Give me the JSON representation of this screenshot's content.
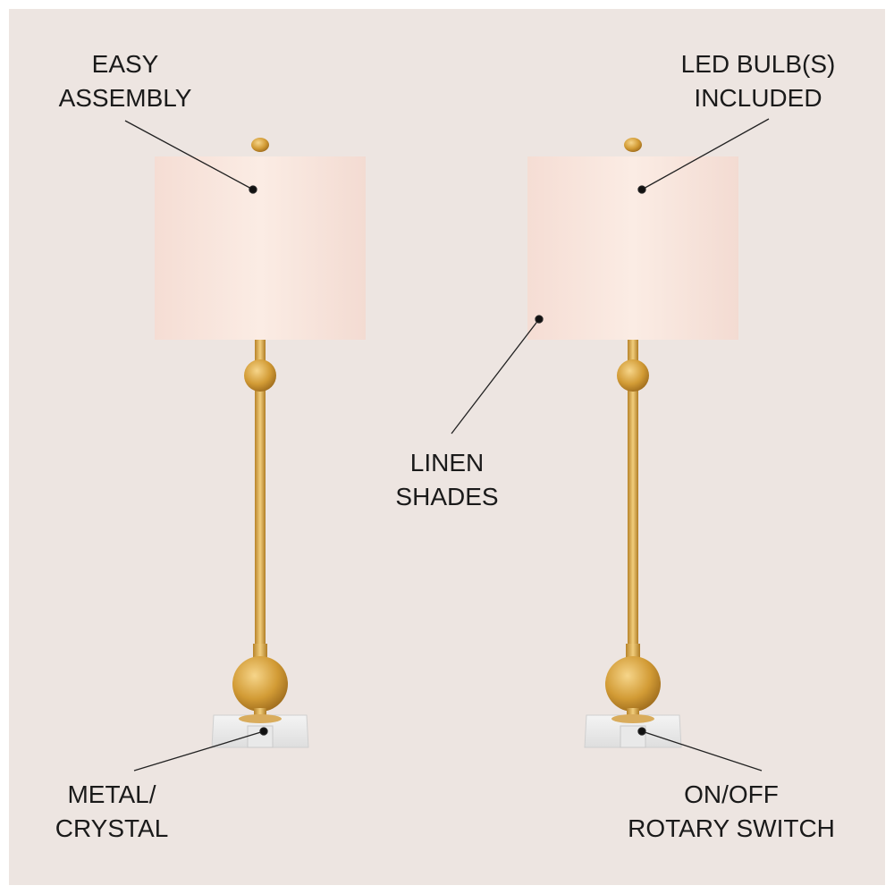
{
  "callouts": {
    "easy_assembly": [
      "EASY",
      "ASSEMBLY"
    ],
    "led_bulbs": [
      "LED BULB(S)",
      "INCLUDED"
    ],
    "linen_shades": [
      "LINEN",
      "SHADES"
    ],
    "metal_crystal": [
      "METAL/",
      "CRYSTAL"
    ],
    "rotary_switch": [
      "ON/OFF",
      "ROTARY SWITCH"
    ]
  },
  "colors": {
    "background": "#ede5e1",
    "shade": "#f8e6df",
    "brass": "#d4a13f",
    "text": "#1a1a1a"
  }
}
